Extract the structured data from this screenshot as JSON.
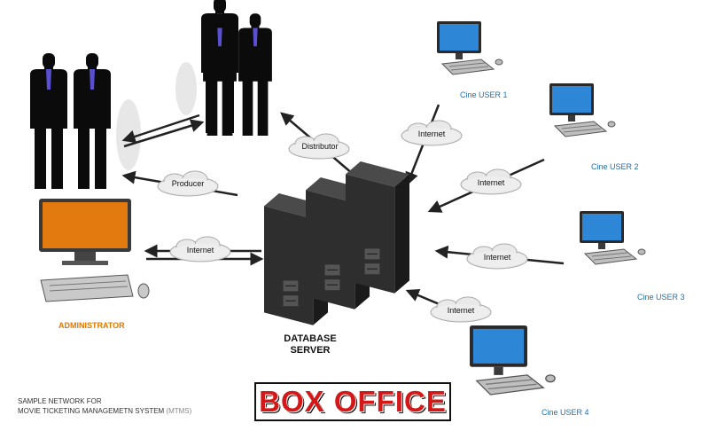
{
  "labels": {
    "administrator": "ADMINISTRATOR",
    "database_server": [
      "DATABASE",
      "SERVER"
    ],
    "cine_users": [
      "Cine USER 1",
      "Cine USER 2",
      "Cine USER 3",
      "Cine USER 4"
    ],
    "producer": "Producer",
    "distributor": "Distributor",
    "internet": "Internet"
  },
  "footer": {
    "line1": "SAMPLE NETWORK FOR",
    "line2_main": "MOVIE TICKETING MANAGEMETN SYSTEM",
    "line2_suffix": " (MTMS)"
  },
  "box_office": "BOX OFFICE",
  "colors": {
    "admin_screen": "#e37a10",
    "user_screen": "#2d86d6",
    "server": "#2b2b2b",
    "box_office_text": "#d41818",
    "cine_label": "#1f6fae",
    "admin_label": "#e07800"
  }
}
